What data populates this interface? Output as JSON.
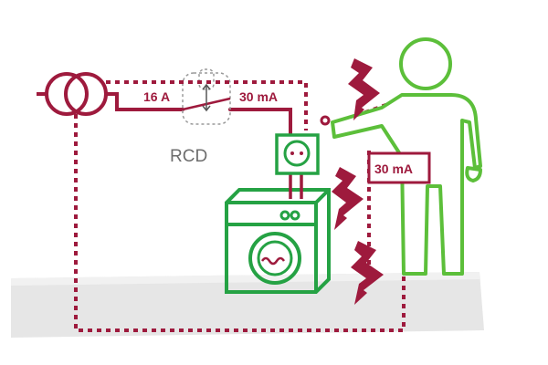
{
  "labels": {
    "breaker_rating": "16 A",
    "rcd_rating": "30 mA",
    "rcd_name": "RCD",
    "leakage_current": "30 mA"
  },
  "colors": {
    "circuit": "#9e1a3d",
    "appliance": "#25a244",
    "person": "#5cbf3a",
    "floor": "#e4e4e4",
    "rcd_text": "#6d6d6d",
    "switch_outline": "#9a9a9a"
  },
  "icons": {
    "transformer": "transformer-icon",
    "washing_machine": "washing-machine-icon",
    "socket": "socket-icon",
    "person": "person-icon",
    "shock": "lightning-bolt-icon"
  }
}
